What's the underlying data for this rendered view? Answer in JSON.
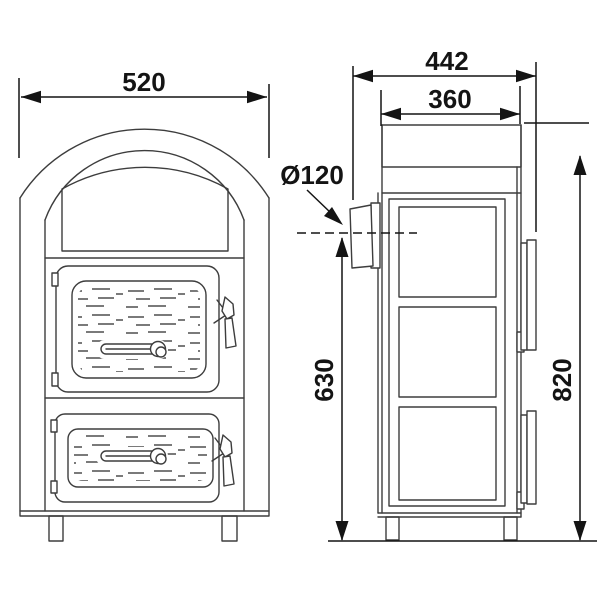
{
  "diagram": {
    "labels": {
      "width_front": "520",
      "depth_overall": "442",
      "depth_body": "360",
      "flue_diameter": "Ø120",
      "height_flue_center": "630",
      "height_overall": "820"
    },
    "colors": {
      "background": "#ffffff",
      "drawing_line": "#3d3d3d",
      "dimension_line": "#141414"
    }
  }
}
